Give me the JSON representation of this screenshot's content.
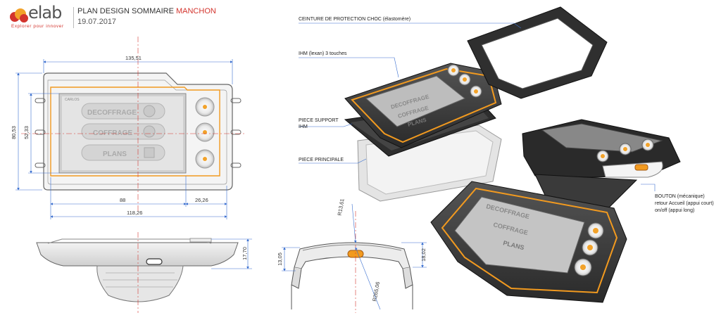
{
  "header": {
    "logo_text": "elab",
    "logo_tagline": "Explorer pour innover",
    "title_main": "PLAN DESIGN SOMMAIRE",
    "title_highlight": "MANCHON",
    "date": "19.07.2017"
  },
  "colors": {
    "brand_red": "#d3342d",
    "brand_orange": "#f2a22a",
    "accent_orange": "#f29a1f",
    "dim_blue": "#3a6fd0",
    "device_dark": "#3a3a3a"
  },
  "screen": {
    "brand": "CARLOS",
    "buttons": [
      "DECOFFRAGE",
      "COFFRAGE",
      "PLANS"
    ]
  },
  "render_screen": {
    "buttons": [
      "DECOFFRAGE",
      "COFFRAGE",
      "PLANS"
    ]
  },
  "dimensions": {
    "total_width": "135,51",
    "total_height": "80,53",
    "screen_height": "52,33",
    "screen_width": "88",
    "right_offset": "26,26",
    "inner_width": "118,26",
    "side_thickness": "17,70",
    "front_left": "13,05",
    "front_right": "18,02",
    "top_radius": "R13,61",
    "bottom_radius": "R265,06"
  },
  "callouts": {
    "belt": "CEINTURE DE PROTECTION CHOC (élastomère)",
    "ihm": "IHM (lexan) 3 touches",
    "support_1": "PIECE SUPPORT",
    "support_2": "IHM",
    "main_piece": "PIECE PRINCIPALE",
    "button_1": "BOUTON (mécanique)",
    "button_2": "retour Accueil (appui court)",
    "button_3": "on/off (appui long)"
  }
}
